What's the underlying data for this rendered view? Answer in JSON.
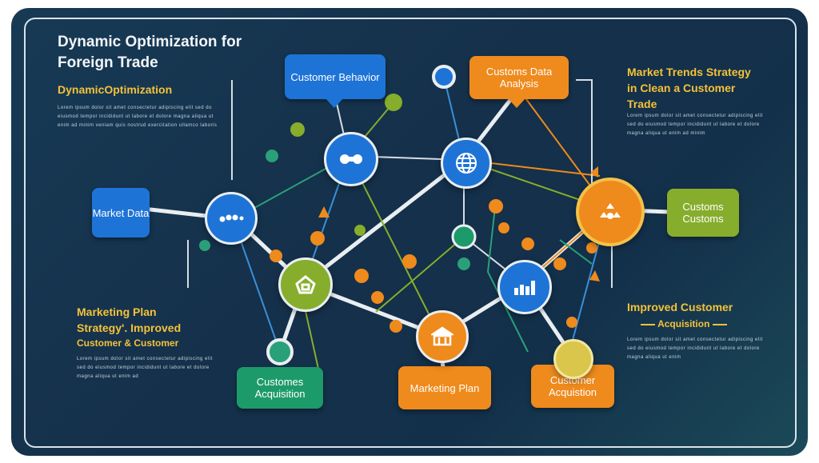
{
  "header": {
    "title": "Dynamic Optimization for Foreign Trade",
    "subtitle": "DynamicOptimization",
    "paragraph": "Lorem ipsum dolor sit amet consectetur adipiscing elit sed do eiusmod tempor incididunt ut labore et dolore magna aliqua ut enim ad minim veniam quis nostrud exercitation ullamco laboris"
  },
  "right_top": {
    "heading": "Market Trends Strategy in Clean a Customer  Trade",
    "paragraph": "Lorem ipsum dolor sit amet consectetur adipiscing elit sed do eiusmod tempor incididunt ut labore et dolore magna aliqua ut enim ad minim"
  },
  "left_bottom": {
    "heading": "Marketing Plan Strategy'. Improved",
    "sub": "Customer & Customer",
    "paragraph": "Lorem ipsum dolor sit amet consectetur adipiscing elit sed do eiusmod tempor incididunt ut labore et dolore magna aliqua ut enim ad"
  },
  "right_bottom": {
    "heading": "Improved Customer",
    "sub": "Acquisition",
    "paragraph": "Lorem ipsum dolor sit amet consectetur adipiscing elit sed do eiusmod tempor incididunt ut labore et dolore magna aliqua ut enim"
  },
  "boxes": {
    "customer_behavior": "Customer Behavior",
    "customs_data_analysis": "Customs Data Analysis",
    "market_data": "Market Data",
    "customs_customs": "Customs Customs",
    "customes_acquisition": "Customes Acquisition",
    "marketing_plan": "Marketing Plan",
    "customer_acquisition": "Customer Acquistion"
  },
  "colors": {
    "blue": "#1e74d6",
    "orange": "#ef8a1c",
    "green": "#86ad2c",
    "teal": "#1d9a6a",
    "yellow_text": "#f4c23a"
  },
  "icons": [
    "dots-icon",
    "globe-icon",
    "chat-dots-icon",
    "home-icon",
    "bank-icon",
    "bar-chart-icon",
    "people-icon"
  ]
}
